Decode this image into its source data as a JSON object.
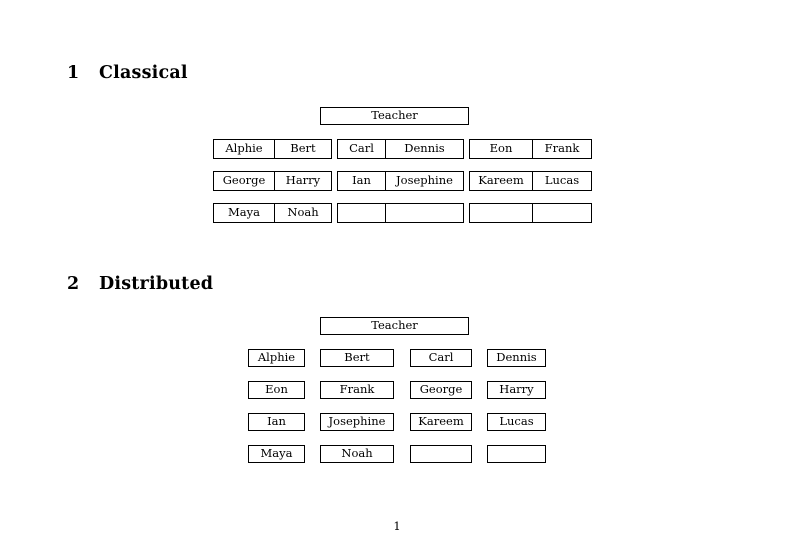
{
  "document": {
    "page_number": "1",
    "sections": [
      {
        "number": "1",
        "title": "Classical",
        "teacher_label": "Teacher",
        "layout": "grouped-pairs",
        "groups": [
          {
            "id": "group-1",
            "rows": [
              {
                "left": "Alphie",
                "right": "Bert"
              },
              {
                "left": "George",
                "right": "Harry"
              },
              {
                "left": "Maya",
                "right": "Noah"
              }
            ]
          },
          {
            "id": "group-2",
            "rows": [
              {
                "left": "Carl",
                "right": "Dennis"
              },
              {
                "left": "Ian",
                "right": "Josephine"
              },
              {
                "left": "",
                "right": ""
              }
            ]
          },
          {
            "id": "group-3",
            "rows": [
              {
                "left": "Eon",
                "right": "Frank"
              },
              {
                "left": "Kareem",
                "right": "Lucas"
              },
              {
                "left": "",
                "right": ""
              }
            ]
          }
        ]
      },
      {
        "number": "2",
        "title": "Distributed",
        "teacher_label": "Teacher",
        "layout": "independent-cells",
        "rows": [
          {
            "cells": [
              "Alphie",
              "Bert",
              "Carl",
              "Dennis"
            ]
          },
          {
            "cells": [
              "Eon",
              "Frank",
              "George",
              "Harry"
            ]
          },
          {
            "cells": [
              "Ian",
              "Josephine",
              "Kareem",
              "Lucas"
            ]
          },
          {
            "cells": [
              "Maya",
              "Noah",
              "",
              ""
            ]
          }
        ]
      }
    ]
  },
  "colors": {
    "page_background": "#ffffff",
    "text": "#000000",
    "border": "#000000"
  }
}
